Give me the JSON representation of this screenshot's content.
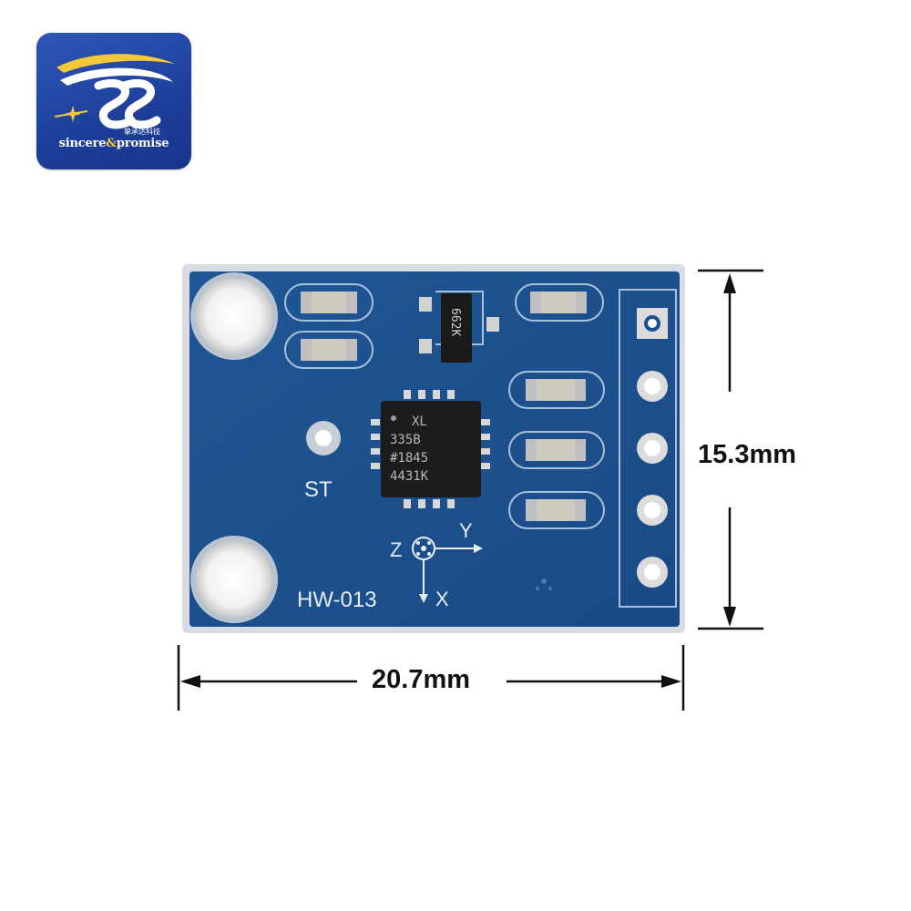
{
  "logo": {
    "brand_left": "sincere",
    "brand_amp": "&",
    "brand_right": "promise",
    "chinese": "挚承达科技"
  },
  "board": {
    "model": "HW-013",
    "self_test": "ST",
    "chip_lines": [
      "XL",
      "335B",
      "#1845",
      "4431K"
    ],
    "regulator": "662K",
    "axes": {
      "z": "Z",
      "y": "Y",
      "x": "X"
    }
  },
  "dimensions": {
    "height": "15.3mm",
    "width": "20.7mm"
  },
  "colors": {
    "board": "#1c4f8c",
    "silkscreen": "#e7eef6",
    "pad": "#d7d7d7",
    "logo": "#2146a6",
    "logo_accent": "#f3c93a"
  }
}
